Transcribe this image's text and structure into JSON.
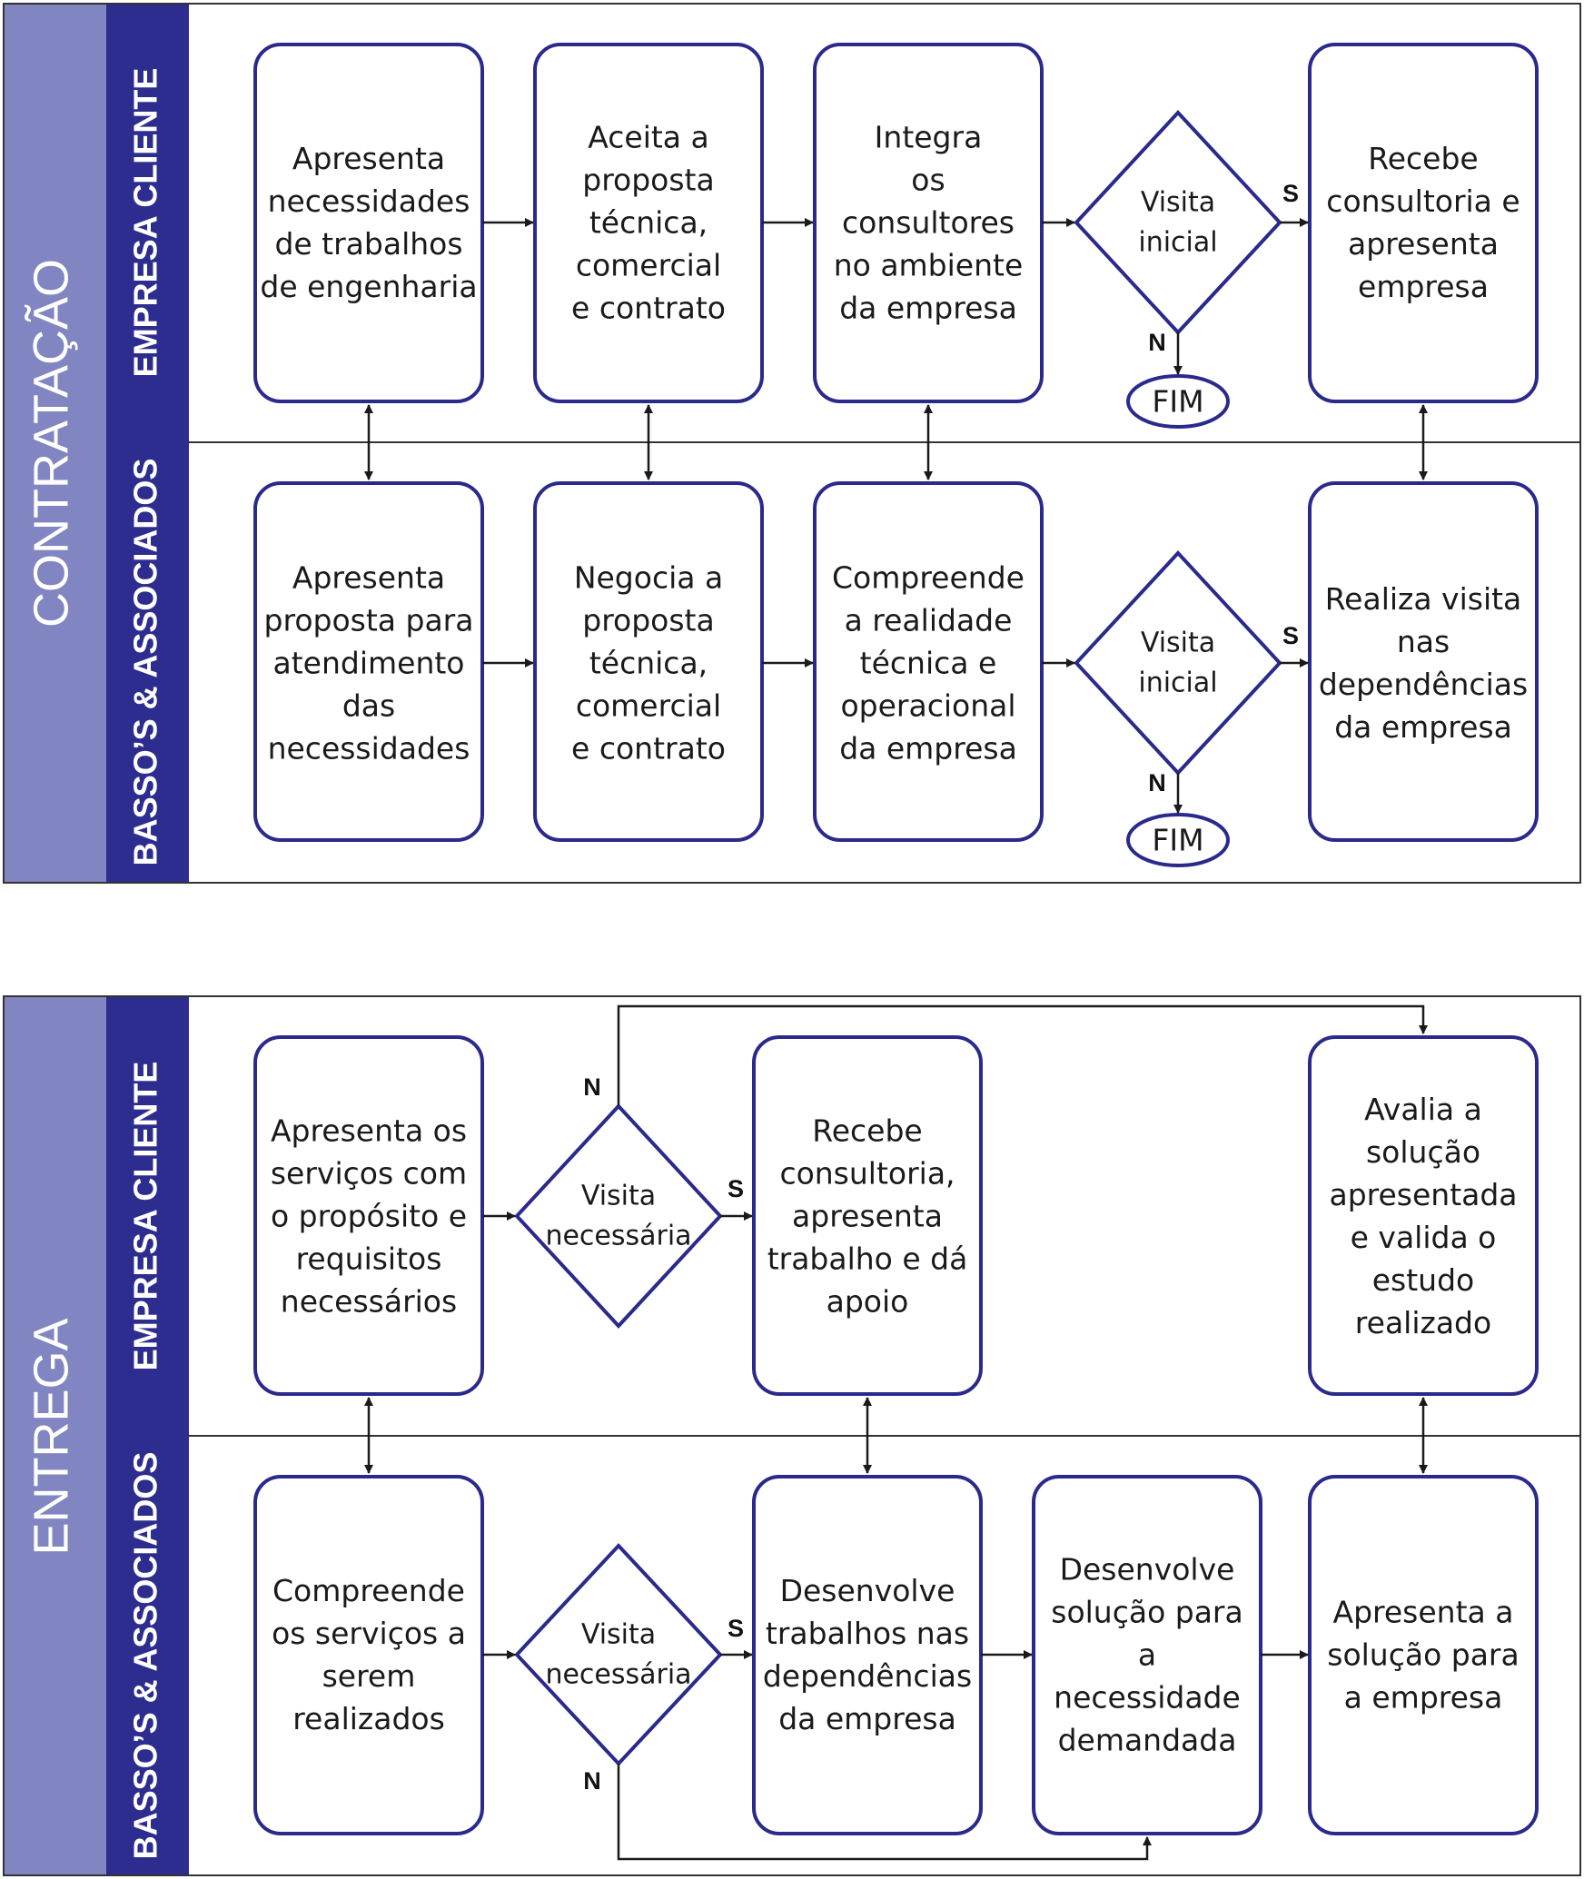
{
  "sections": {
    "contratacao": "CONTRATAÇÃO",
    "entrega": "ENTREGA"
  },
  "lanes": {
    "client": "EMPRESA CLIENTE",
    "basso": "BASSO’S & ASSOCIADOS"
  },
  "contratacao": {
    "client": {
      "n1": [
        "Apresenta",
        "necessidades",
        "de trabalhos",
        "de engenharia"
      ],
      "n2": [
        "Aceita a",
        "proposta",
        "técnica,",
        "comercial",
        "e contrato"
      ],
      "n3": [
        "Integra",
        "os",
        "consultores",
        "no ambiente",
        "da empresa"
      ],
      "decision": [
        "Visita",
        "inicial"
      ],
      "n4": [
        "Recebe",
        "consultoria e",
        "apresenta",
        "empresa"
      ],
      "yes": "S",
      "no": "N",
      "end": "FIM"
    },
    "basso": {
      "n1": [
        "Apresenta",
        "proposta para",
        "atendimento",
        "das",
        "necessidades"
      ],
      "n2": [
        "Negocia a",
        "proposta",
        "técnica,",
        "comercial",
        "e contrato"
      ],
      "n3": [
        "Compreende",
        "a realidade",
        "técnica e",
        "operacional",
        "da empresa"
      ],
      "decision": [
        "Visita",
        "inicial"
      ],
      "n4": [
        "Realiza visita",
        "nas",
        "dependências",
        "da empresa"
      ],
      "yes": "S",
      "no": "N",
      "end": "FIM"
    }
  },
  "entrega": {
    "client": {
      "n1": [
        "Apresenta os",
        "serviços com",
        "o propósito e",
        "requisitos",
        "necessários"
      ],
      "decision": [
        "Visita",
        "necessária"
      ],
      "n2": [
        "Recebe",
        "consultoria,",
        "apresenta",
        "trabalho e dá",
        "apoio"
      ],
      "n4": [
        "Avalia a",
        "solução",
        "apresentada",
        "e valida o",
        "estudo",
        "realizado"
      ],
      "yes": "S",
      "no": "N"
    },
    "basso": {
      "n1": [
        "Compreende",
        "os serviços a",
        "serem",
        "realizados"
      ],
      "decision": [
        "Visita",
        "necessária"
      ],
      "n2": [
        "Desenvolve",
        "trabalhos nas",
        "dependências",
        "da empresa"
      ],
      "n3": [
        "Desenvolve",
        "solução para",
        "a",
        "necessidade",
        "demandada"
      ],
      "n4": [
        "Apresenta a",
        "solução para",
        "a empresa"
      ],
      "yes": "S",
      "no": "N"
    }
  },
  "colors": {
    "section_band": "#8185c2",
    "lane_band": "#2c2d8e",
    "node_border": "#2a2a8c",
    "line": "#1a1a1a"
  }
}
